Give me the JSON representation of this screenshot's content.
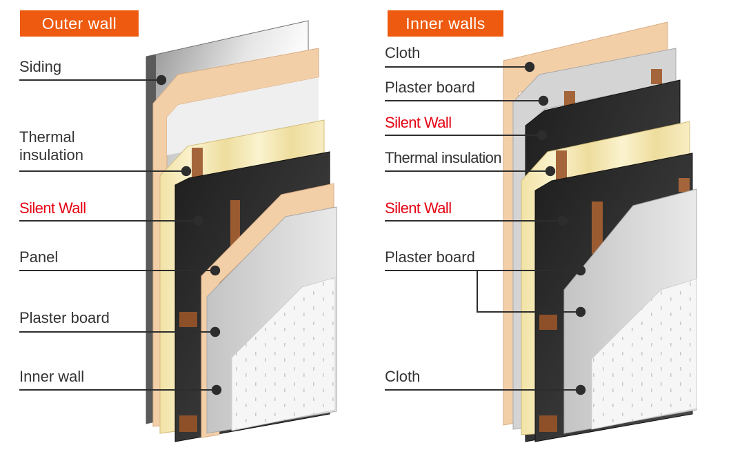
{
  "colors": {
    "header_bg": "#ee5a0f",
    "header_text": "#ffffff",
    "label_text": "#333333",
    "highlight_text": "#e60012"
  },
  "outer": {
    "title": "Outer wall",
    "labels": [
      {
        "text": "Siding",
        "highlight": false
      },
      {
        "text": "Thermal insulation",
        "highlight": false
      },
      {
        "text": "Silent Wall",
        "highlight": true
      },
      {
        "text": "Panel",
        "highlight": false
      },
      {
        "text": "Plaster board",
        "highlight": false
      },
      {
        "text": "Inner wall",
        "highlight": false
      }
    ]
  },
  "inner": {
    "title": "Inner walls",
    "labels": [
      {
        "text": "Cloth",
        "highlight": false
      },
      {
        "text": "Plaster board",
        "highlight": false
      },
      {
        "text": "Silent Wall",
        "highlight": true
      },
      {
        "text": "Thermal insulation",
        "highlight": false
      },
      {
        "text": "Silent Wall",
        "highlight": true
      },
      {
        "text": "Plaster board",
        "highlight": false
      },
      {
        "text": "Cloth",
        "highlight": false
      }
    ]
  }
}
